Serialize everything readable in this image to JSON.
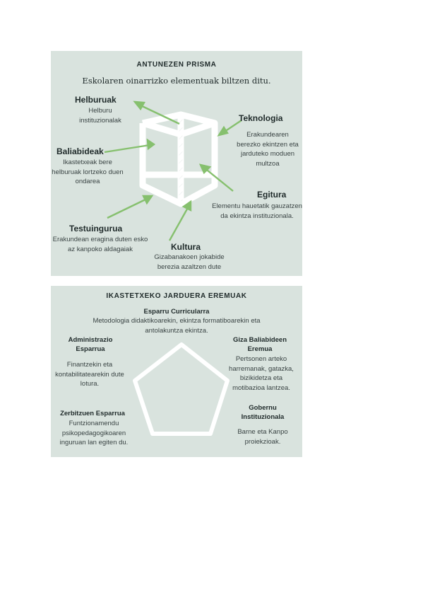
{
  "prism": {
    "title": "ANTUNEZEN PRISMA",
    "subtitle": "Eskolaren oinarrizko elementuak biltzen ditu.",
    "helburuak": {
      "label": "Helburuak",
      "desc": "Helburu instituzionalak"
    },
    "teknologia": {
      "label": "Teknologia",
      "desc": "Erakundearen berezko ekintzen eta jarduteko moduen multzoa"
    },
    "baliabideak": {
      "label": "Baliabideak",
      "desc": "Ikastetxeak bere helburuak lortzeko duen ondarea"
    },
    "egitura": {
      "label": "Egitura",
      "desc": "Elementu hauetatik gauzatzen da ekintza instituzionala."
    },
    "testuingurua": {
      "label": "Testuingurua",
      "desc": "Erakundean eragina duten esko az kanpoko aldagaiak"
    },
    "kultura": {
      "label": "Kultura",
      "desc": "Gizabanakoen jokabide berezia azaltzen dute"
    },
    "colors": {
      "panel": "#d9e3de",
      "arrow": "#86c06e",
      "shape": "#ffffff"
    }
  },
  "areas": {
    "title": "IKASTETXEKO JARDUERA EREMUAK",
    "curricular": {
      "label": "Esparru Curricularra",
      "desc": "Metodologia didaktikoarekin, ekintza formatiboarekin eta antolakuntza ekintza."
    },
    "administrazio": {
      "label": "Administrazio Esparrua",
      "desc": "Finantzekin eta kontabilitatearekin dute lotura."
    },
    "giza": {
      "label": "Giza Baliabideen Eremua",
      "desc": "Pertsonen arteko harremanak, gatazka, bizikidetza eta motibazioa lantzea."
    },
    "zerbitzuen": {
      "label": "Zerbitzuen Esparrua",
      "desc": "Funtzionamendu psikopedagogikoaren inguruan lan egiten du."
    },
    "gobernu": {
      "label": "Gobernu Instituzionala",
      "desc": "Barne eta Kanpo proiekzioak."
    }
  }
}
